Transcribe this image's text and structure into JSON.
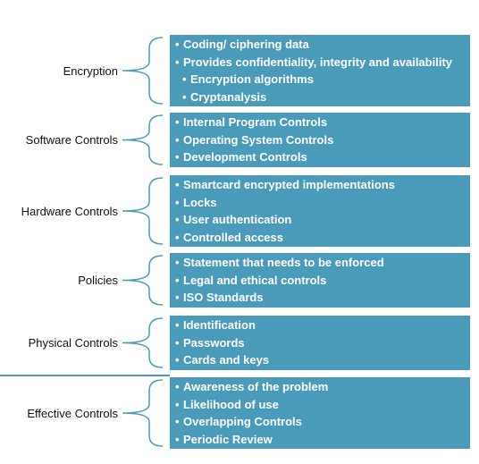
{
  "colors": {
    "box_fill": "#4a9ab9",
    "box_text": "#ffffff",
    "bracket": "#4a9ab9",
    "label": "#111111"
  },
  "rows": [
    {
      "label": "Encryption",
      "items": [
        {
          "text": "Coding/ ciphering data",
          "level": 0
        },
        {
          "text": "Provides confidentiality, integrity and availability",
          "level": 0
        },
        {
          "text": "Encryption algorithms",
          "level": 1
        },
        {
          "text": "Cryptanalysis",
          "level": 1
        }
      ]
    },
    {
      "label": "Software Controls",
      "items": [
        {
          "text": "Internal Program Controls",
          "level": 0
        },
        {
          "text": "Operating System Controls",
          "level": 0
        },
        {
          "text": "Development Controls",
          "level": 0
        }
      ]
    },
    {
      "label": "Hardware Controls",
      "items": [
        {
          "text": "Smartcard encrypted implementations",
          "level": 0
        },
        {
          "text": "Locks",
          "level": 0
        },
        {
          "text": "User authentication",
          "level": 0
        },
        {
          "text": "Controlled access",
          "level": 0
        }
      ]
    },
    {
      "label": "Policies",
      "items": [
        {
          "text": "Statement that needs to be enforced",
          "level": 0
        },
        {
          "text": "Legal and ethical controls",
          "level": 0
        },
        {
          "text": "ISO Standards",
          "level": 0
        }
      ]
    },
    {
      "label": "Physical Controls",
      "items": [
        {
          "text": "Identification",
          "level": 0
        },
        {
          "text": "Passwords",
          "level": 0
        },
        {
          "text": "Cards and keys",
          "level": 0
        }
      ]
    },
    {
      "label": "Effective Controls",
      "items": [
        {
          "text": "Awareness of the problem",
          "level": 0
        },
        {
          "text": "Likelihood of use",
          "level": 0
        },
        {
          "text": "Overlapping Controls",
          "level": 0
        },
        {
          "text": "Periodic Review",
          "level": 0
        }
      ]
    }
  ]
}
